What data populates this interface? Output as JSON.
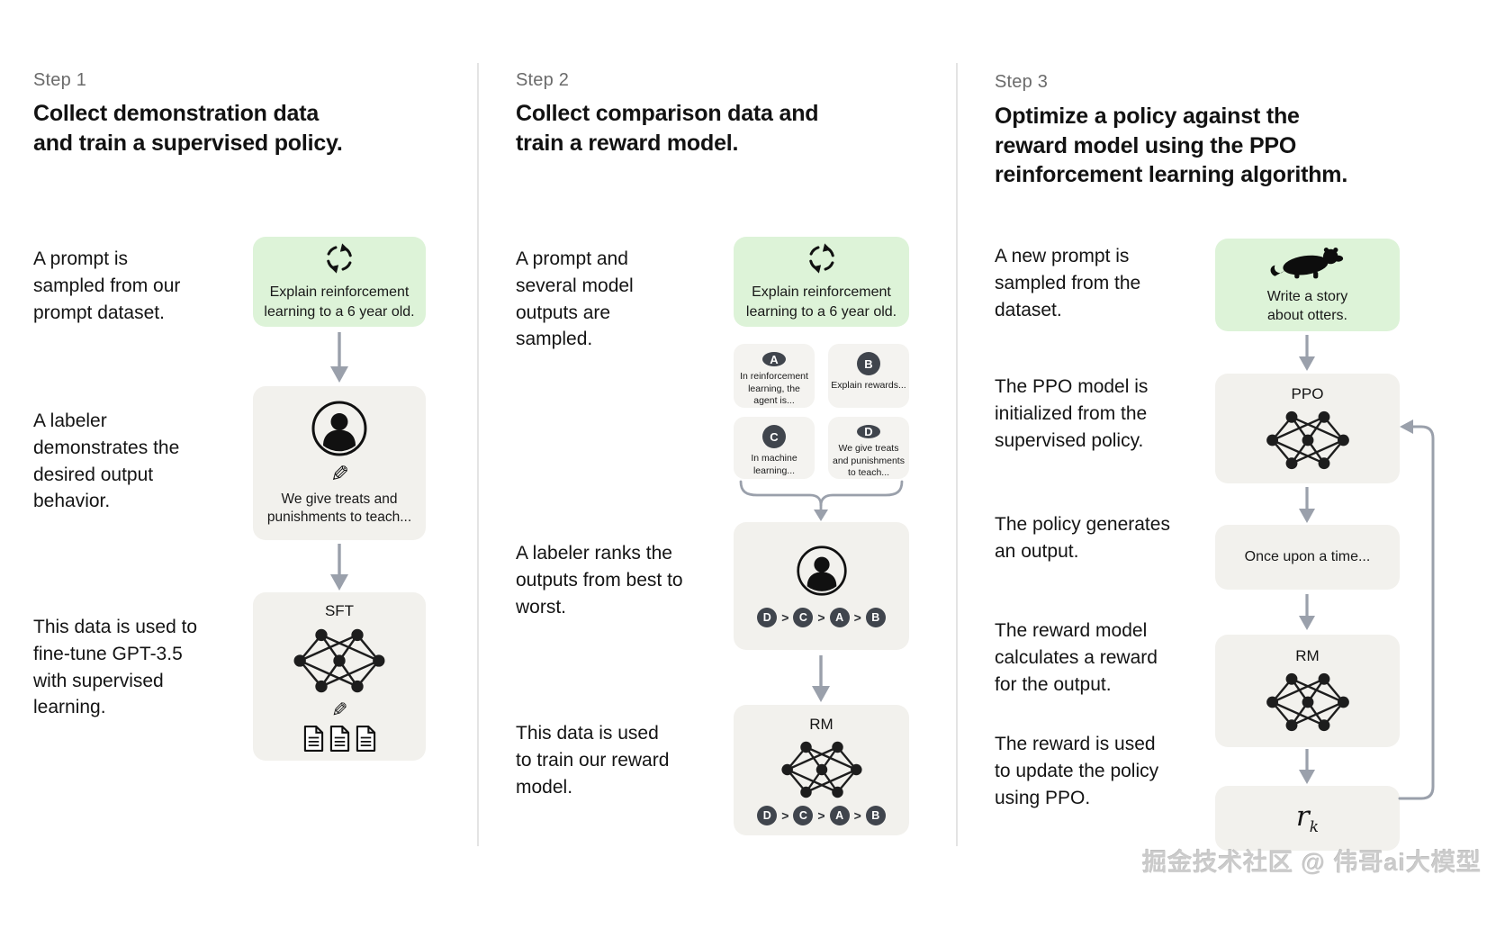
{
  "watermark": "掘金技术社区 @ 伟哥ai大模型",
  "colors": {
    "prompt_box_green": "#ddf3d8",
    "panel_gray": "#f2f1ed",
    "option_gray": "#f4f3f0",
    "badge_dark": "#40454d",
    "arrow_gray": "#9aa0ab",
    "divider_gray": "#e4e4e4",
    "watermark_gray": "#cbcbcb"
  },
  "icons": {
    "pencil_glyph": "✎"
  },
  "step1": {
    "label": "Step 1",
    "title": "Collect demonstration data and train a supervised policy.",
    "caption_prompt": "A prompt is sampled from our prompt dataset.",
    "prompt_text": "Explain reinforcement learning to a 6 year old.",
    "caption_labeler": "A labeler demonstrates the desired output behavior.",
    "labeler_text": "We give treats and punishments to teach...",
    "caption_finetune": "This data is used to fine-tune GPT-3.5 with supervised learning.",
    "model_label": "SFT"
  },
  "step2": {
    "label": "Step 2",
    "title": "Collect comparison data and train a reward model.",
    "caption_prompt": "A prompt and several model outputs are sampled.",
    "prompt_text": "Explain reinforcement learning to a 6 year old.",
    "options": [
      {
        "letter": "A",
        "text": "In reinforcement learning, the agent is..."
      },
      {
        "letter": "B",
        "text": "Explain rewards..."
      },
      {
        "letter": "C",
        "text": "In machine learning..."
      },
      {
        "letter": "D",
        "text": "We give treats and punishments to teach..."
      }
    ],
    "caption_rank": "A labeler ranks the outputs from best to worst.",
    "ranking": [
      "D",
      "C",
      "A",
      "B"
    ],
    "ranking_separator": ">",
    "caption_train": "This data is used to train our reward model.",
    "model_label": "RM"
  },
  "step3": {
    "label": "Step 3",
    "title": "Optimize a policy against the reward model using the PPO reinforcement learning algorithm.",
    "caption_prompt": "A new prompt is sampled from the dataset.",
    "prompt_text": "Write a story about otters.",
    "caption_ppo": "The PPO model is initialized from the supervised policy.",
    "ppo_label": "PPO",
    "caption_output": "The policy generates an output.",
    "output_text": "Once upon a time...",
    "caption_reward": "The reward model calculates a reward for the output.",
    "rm_label": "RM",
    "caption_update": "The reward is used to update the policy using PPO.",
    "reward_symbol": "r",
    "reward_subscript": "k"
  }
}
